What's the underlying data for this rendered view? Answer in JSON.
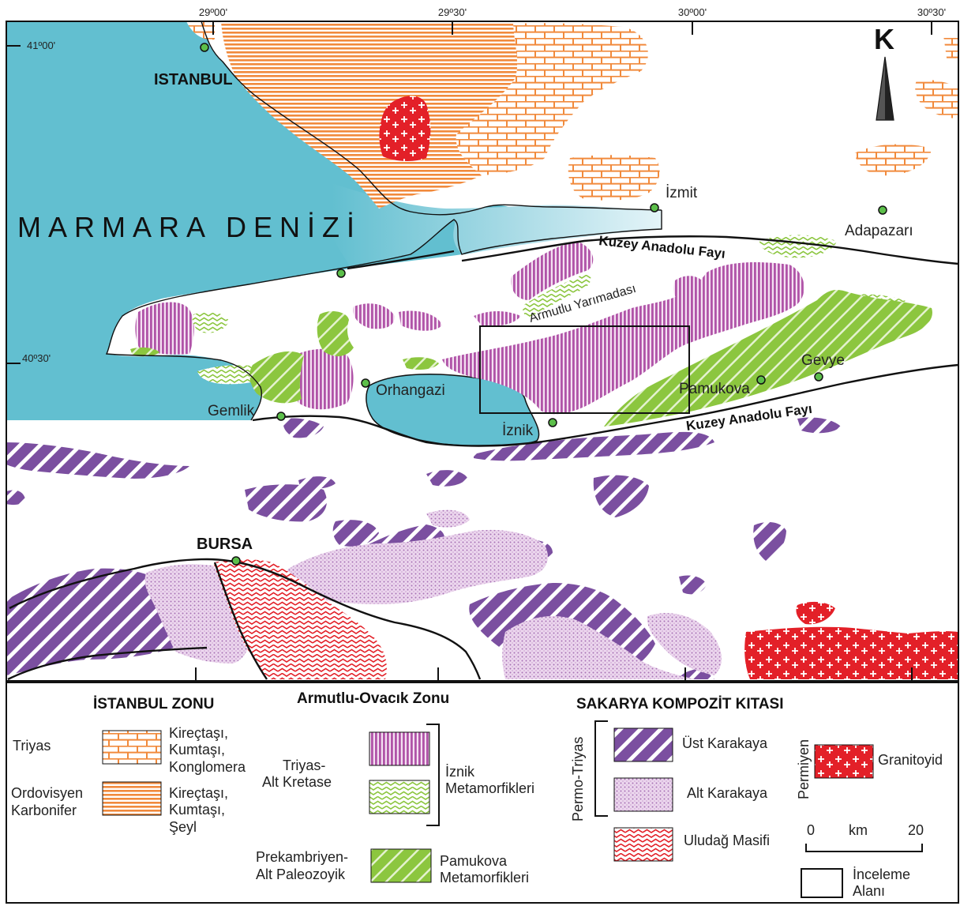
{
  "map": {
    "north_label": "K",
    "longitude_ticks": [
      "29º00'",
      "29º30'",
      "30º00'",
      "30º30'"
    ],
    "latitude_ticks": [
      "41º00'",
      "40º30'"
    ],
    "sea_label": "MARMARA DENİZİ",
    "cities": {
      "istanbul": "ISTANBUL",
      "izmit": "İzmit",
      "adapazari": "Adapazarı",
      "orhangazi": "Orhangazi",
      "gemlik": "Gemlik",
      "iznik": "İznik",
      "pamukova": "Pamukova",
      "gevye": "Gevye",
      "bursa": "BURSA"
    },
    "fault_label_north": "Kuzey Anadolu Fayı",
    "fault_label_south": "Kuzey Anadolu Fayı",
    "peninsula_label": "Armutlu Yarımadası"
  },
  "legend": {
    "istanbul_zone": {
      "title": "İSTANBUL ZONU",
      "triyas_age": "Triyas",
      "triyas_desc": [
        "Kireçtaşı,",
        "Kumtaşı,",
        "Konglomera"
      ],
      "ordovisyen_age": [
        "Ordovisyen",
        "Karbonifer"
      ],
      "ordovisyen_desc": [
        "Kireçtaşı,",
        "Kumtaşı,",
        "Şeyl"
      ]
    },
    "armutlu_zone": {
      "title": "Armutlu-Ovacık Zonu",
      "triyas_age": [
        "Triyas-",
        "Alt Kretase"
      ],
      "iznik_label": [
        "İznik",
        "Metamorfikleri"
      ],
      "prekambriyen_age": [
        "Prekambriyen-",
        "Alt Paleozoyik"
      ],
      "pamukova_label": [
        "Pamukova",
        "Metamorfikleri"
      ]
    },
    "sakarya": {
      "title": "SAKARYA KOMPOZİT KITASI",
      "permo_triyas": "Permo-Triyas",
      "ust_karakaya": "Üst Karakaya",
      "alt_karakaya": "Alt Karakaya",
      "uludag": "Uludağ Masifi",
      "permiyen": "Permiyen",
      "granitoyid": "Granitoyid"
    },
    "scale": {
      "start": "0",
      "unit": "km",
      "end": "20"
    },
    "study_area": [
      "İnceleme",
      "Alanı"
    ]
  },
  "colors": {
    "sea": "#62bfd0",
    "sea_light": "#cdebf2",
    "orange": "#f18a3c",
    "purple": "#7b4fa0",
    "magenta": "#b054a8",
    "green": "#8cc63f",
    "red": "#e32028",
    "city_dot": "#5cbf4a"
  }
}
